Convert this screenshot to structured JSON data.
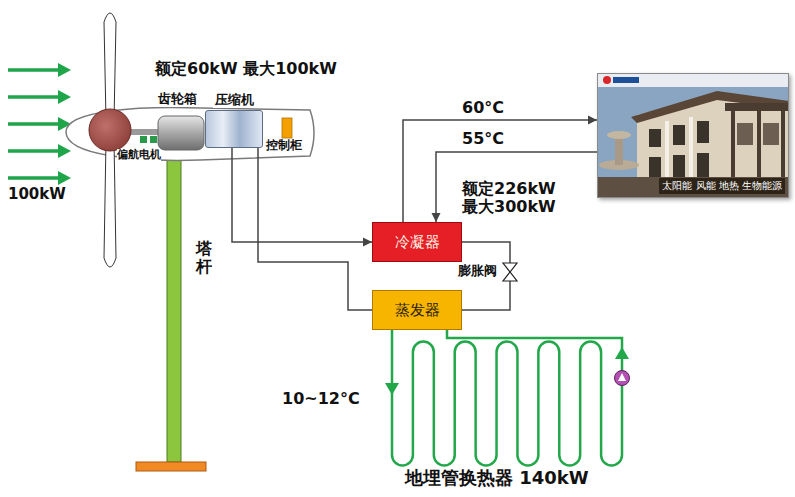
{
  "diagram": {
    "nodes": [
      {
        "text": [
          "压缩机"
        ]
      },
      {
        "text": [
          "太阳能 风能 地热 生物能源"
        ]
      },
      {
        "text": [
          "冷凝器"
        ]
      },
      {
        "text": [
          "蒸发器"
        ]
      }
    ],
    "edges": [
      {
        "from": 0,
        "to": 2,
        "arrow": "to"
      },
      {
        "from": 3,
        "to": 0,
        "arrow": "none"
      },
      {
        "from": 2,
        "to": 1,
        "label": "60°C",
        "arrow": "to"
      },
      {
        "from": 1,
        "to": 2,
        "label": "55°C",
        "arrow": "to"
      },
      {
        "from": 2,
        "to": 3,
        "arrow": "none"
      }
    ],
    "labels": [
      "额定60kW 最大100kW",
      "齿轮箱",
      "偏航电机",
      "控制柜",
      "100kW",
      "塔杆",
      "额定226kW 最大300kW",
      "膨胀阀",
      "10~12°C",
      "地埋管换热器 140kW"
    ]
  }
}
